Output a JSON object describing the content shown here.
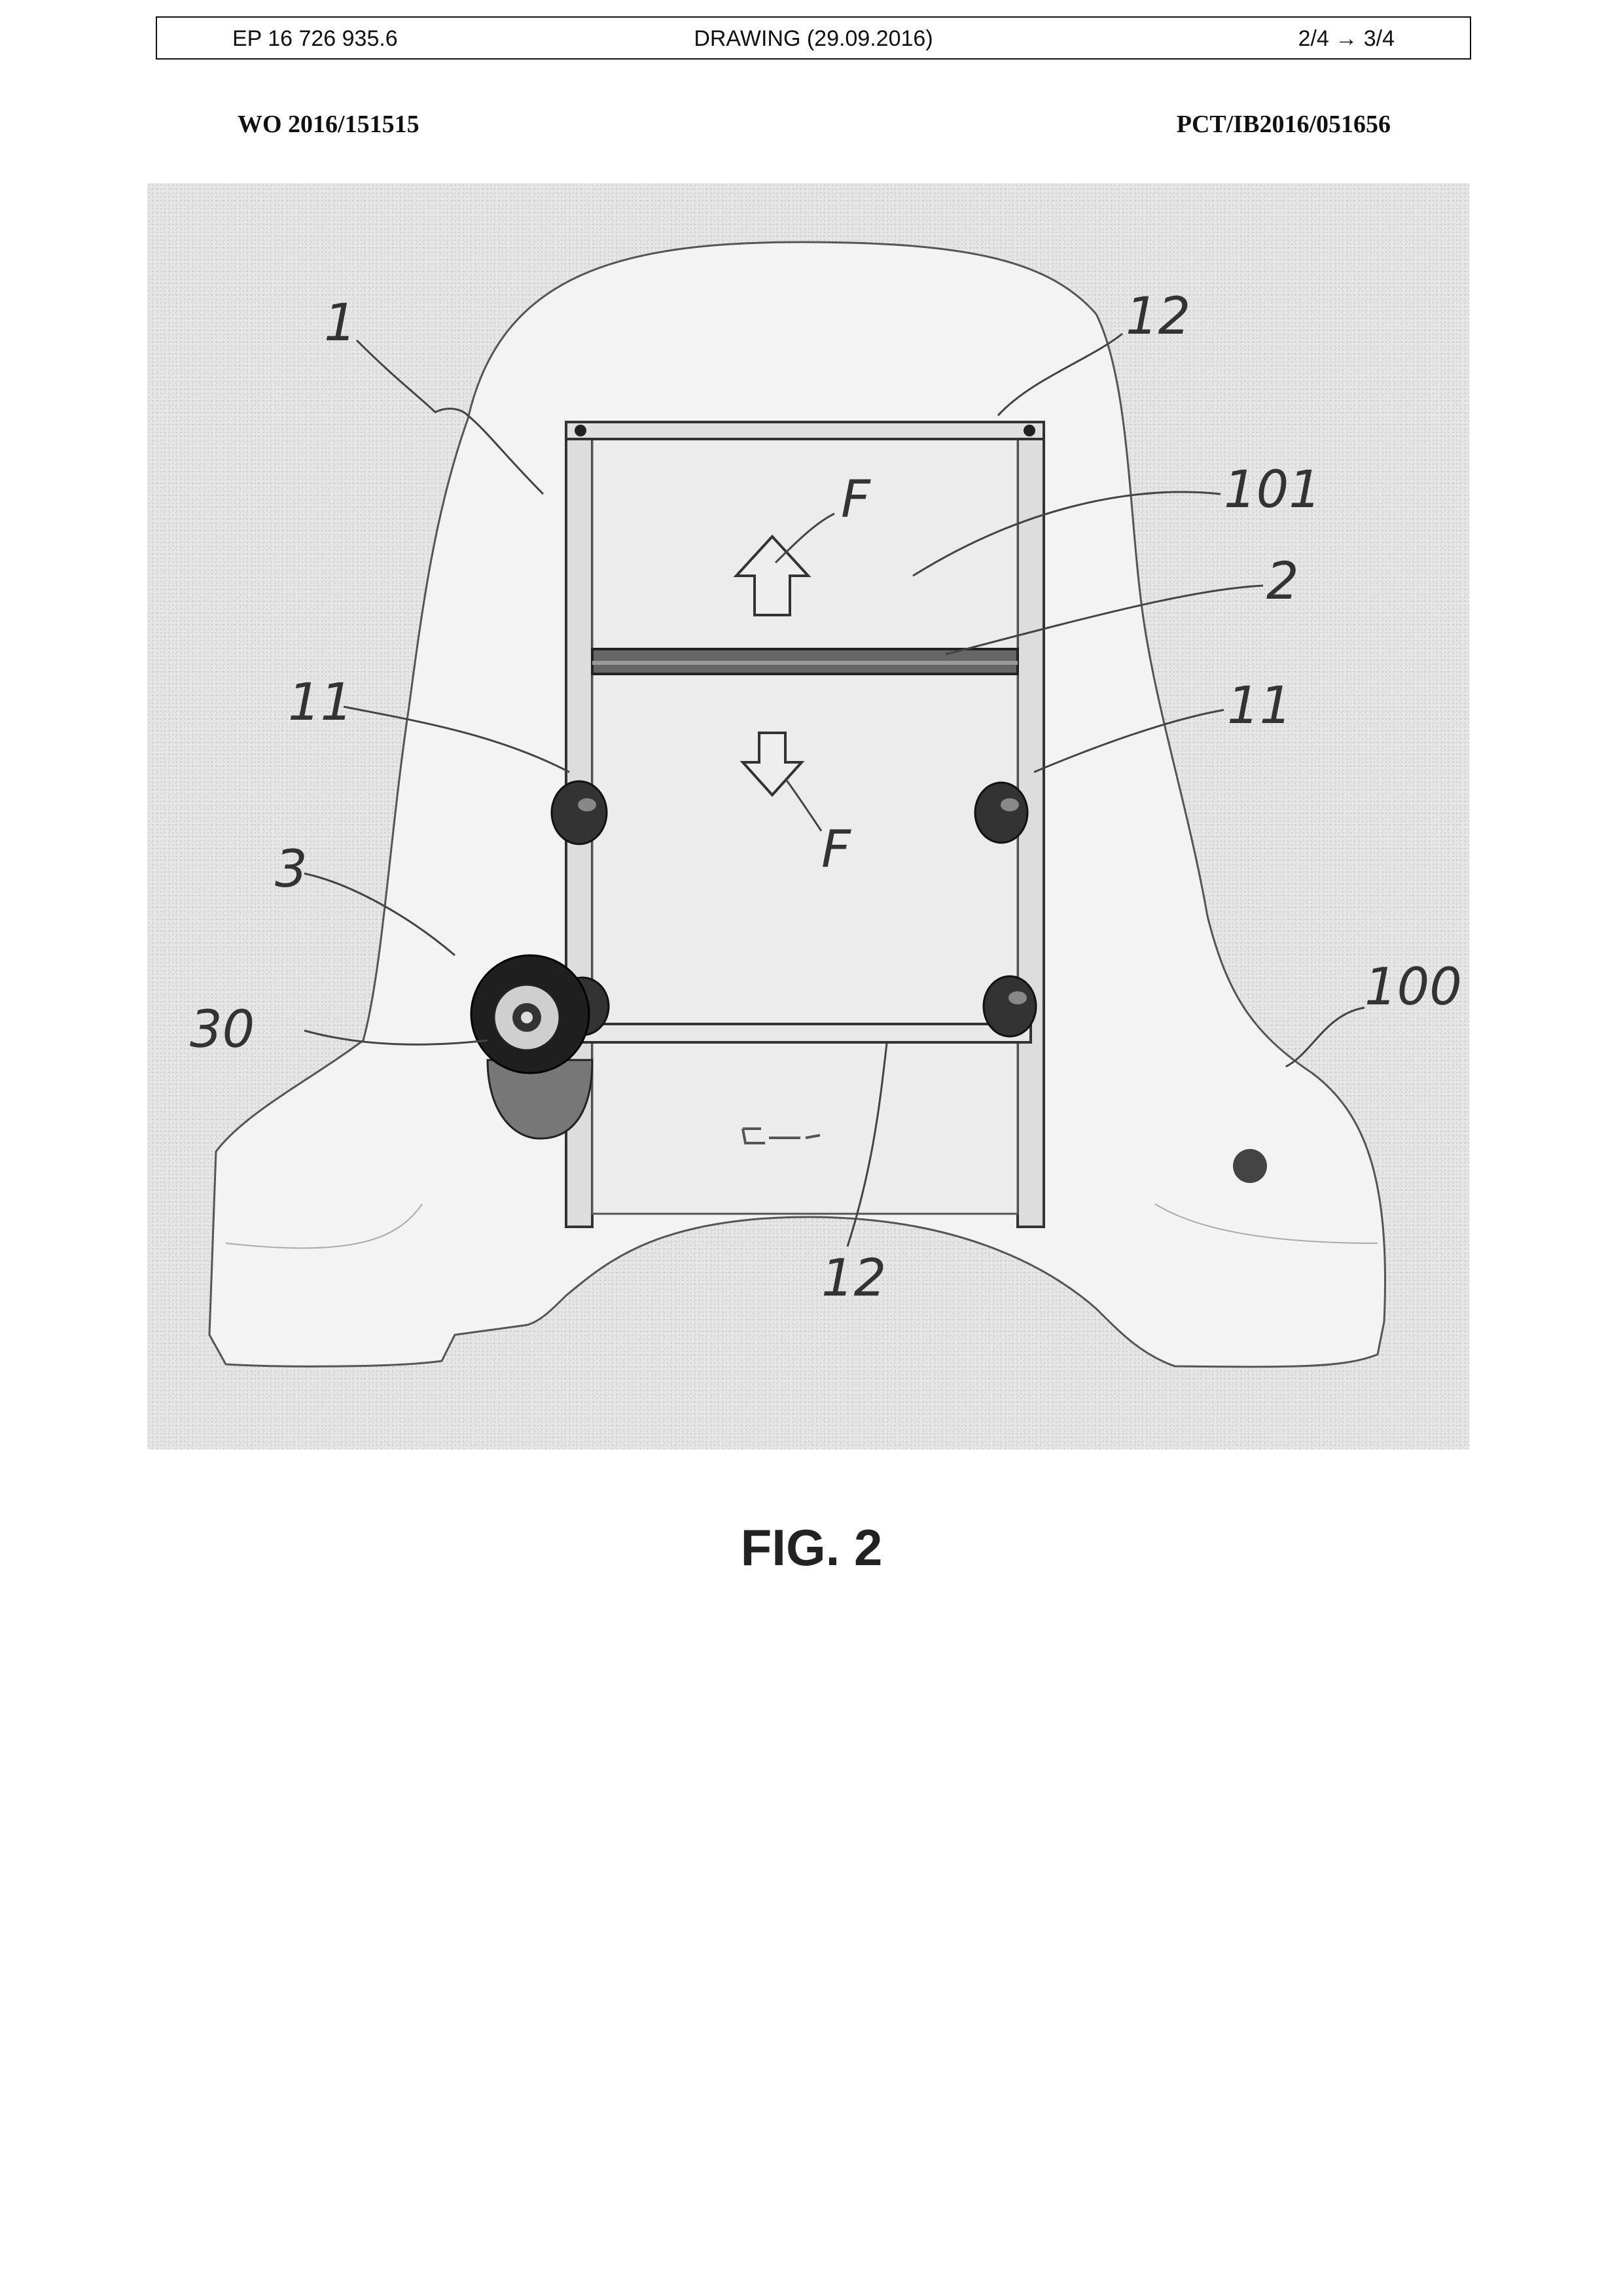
{
  "header": {
    "application": "EP 16 726 935.6",
    "document_type": "DRAWING (29.09.2016)",
    "page": "2/4 → 3/4"
  },
  "publication": {
    "wo_number": "WO 2016/151515",
    "pct_number": "PCT/IB2016/051656"
  },
  "figure": {
    "caption": "FIG. 2",
    "reference_labels": {
      "frame": "1",
      "top_crossbar": "12",
      "panel": "101",
      "arrow_up": "F",
      "slider_bar": "2",
      "left_guide": "11",
      "right_guide": "11",
      "arrow_down": "F",
      "actuator": "3",
      "knob": "30",
      "windscreen": "100",
      "bottom_crossbar": "12"
    }
  }
}
